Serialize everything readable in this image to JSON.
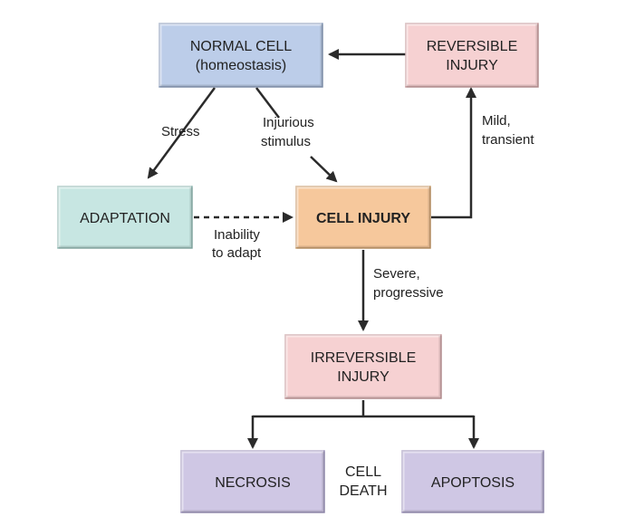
{
  "nodes": {
    "normal_cell": {
      "line1": "NORMAL CELL",
      "line2": "(homeostasis)",
      "color": "#bccde9"
    },
    "reversible_injury": {
      "line1": "REVERSIBLE",
      "line2": "INJURY",
      "color": "#f6d1d2"
    },
    "adaptation": {
      "line1": "ADAPTATION",
      "color": "#c7e6e2"
    },
    "cell_injury": {
      "line1": "CELL INJURY",
      "color": "#f6c89c"
    },
    "irreversible_injury": {
      "line1": "IRREVERSIBLE",
      "line2": "INJURY",
      "color": "#f6d1d2"
    },
    "necrosis": {
      "line1": "NECROSIS",
      "color": "#cfc7e4"
    },
    "apoptosis": {
      "line1": "APOPTOSIS",
      "color": "#cfc7e4"
    }
  },
  "edge_labels": {
    "stress": "Stress",
    "injurious_stimulus": {
      "line1": "Injurious",
      "line2": "stimulus"
    },
    "mild_transient": {
      "line1": "Mild,",
      "line2": "transient"
    },
    "inability_to_adapt": {
      "line1": "Inability",
      "line2": "to adapt"
    },
    "severe_progressive": {
      "line1": "Severe,",
      "line2": "progressive"
    },
    "cell_death": {
      "line1": "CELL",
      "line2": "DEATH"
    }
  }
}
